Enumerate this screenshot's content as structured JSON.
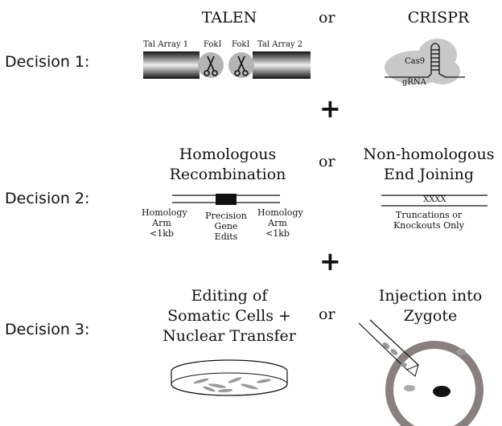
{
  "decisions": [
    "Decision 1:",
    "Decision 2:",
    "Decision 3:"
  ],
  "or_label": "or",
  "plus_label": "+",
  "row1": {
    "left_title": "TALEN",
    "right_title": "CRISPR",
    "tal_array_1": "Tal Array 1",
    "tal_array_2": "Tal Array 2",
    "foki_1": "FokI",
    "foki_2": "FokI",
    "cas9": "Cas9",
    "grna": "gRNA"
  },
  "row2": {
    "left_title_line1": "Homologous",
    "left_title_line2": "Recombination",
    "right_title_line1": "Non-homologous",
    "right_title_line2": "End Joining",
    "homology_arm_left_line1": "Homology",
    "homology_arm_left_line2": "Arm <1kb",
    "precision_line1": "Precision",
    "precision_line2": "Gene",
    "precision_line3": "Edits",
    "homology_arm_right_line1": "Homology",
    "homology_arm_right_line2": "Arm <1kb",
    "xxxx": "XXXX",
    "truncations_line1": "Truncations or",
    "truncations_line2": "Knockouts Only"
  },
  "row3": {
    "left_title_line1": "Editing of",
    "left_title_line2": "Somatic Cells +",
    "left_title_line3": "Nuclear Transfer",
    "right_title_line1": "Injection into",
    "right_title_line2": "Zygote"
  }
}
